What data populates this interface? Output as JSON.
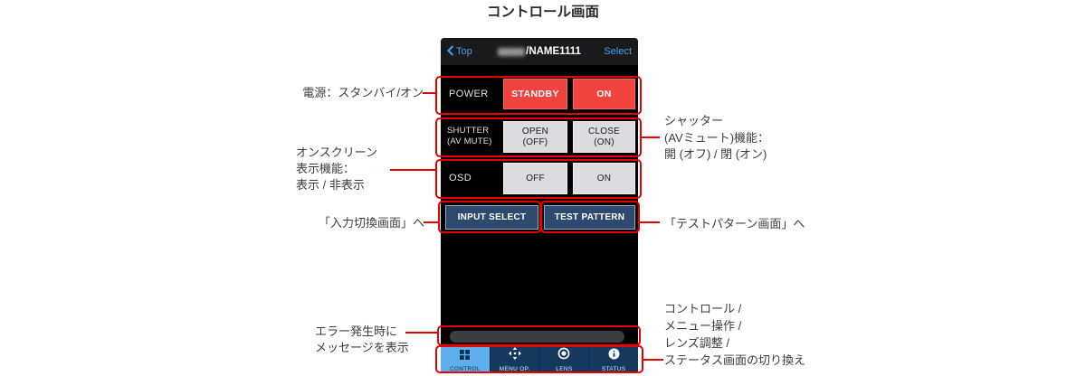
{
  "page": {
    "title": "コントロール画面"
  },
  "phone": {
    "navbar": {
      "back_label": "Top",
      "title": "/NAME1111",
      "select_label": "Select"
    },
    "power_row": {
      "label": "POWER",
      "standby": "STANDBY",
      "on": "ON"
    },
    "shutter_row": {
      "label_line1": "SHUTTER",
      "label_line2": "(AV MUTE)",
      "open_line1": "OPEN",
      "open_line2": "(OFF)",
      "close_line1": "CLOSE",
      "close_line2": "(ON)"
    },
    "osd_row": {
      "label": "OSD",
      "off": "OFF",
      "on": "ON"
    },
    "input_select": "INPUT SELECT",
    "test_pattern": "TEST PATTERN",
    "tabbar": {
      "tabs": [
        {
          "label": "CONTROL",
          "icon": "grid-icon",
          "selected": true
        },
        {
          "label": "MENU OP.",
          "icon": "dpad-icon",
          "selected": false
        },
        {
          "label": "LENS",
          "icon": "lens-icon",
          "selected": false
        },
        {
          "label": "STATUS",
          "icon": "info-icon",
          "selected": false
        }
      ]
    }
  },
  "annotations": {
    "left": {
      "power": "電源：スタンバイ/オン",
      "osd": [
        "オンスクリーン",
        "表示機能：",
        "表示 / 非表示"
      ],
      "input": "「入力切換画面」へ",
      "error": [
        "エラー発生時に",
        "メッセージを表示"
      ]
    },
    "right": {
      "shutter": [
        "シャッター",
        "(AVミュート)機能：",
        "開 (オフ) / 閉 (オン)"
      ],
      "test": "「テストパターン画面」へ",
      "tabbar": [
        "コントロール /",
        "メニュー操作 /",
        "レンズ調整 /",
        "ステータス画面の切り換え"
      ]
    }
  },
  "colors": {
    "callout_red": "#e80000",
    "power_button_red": "#f2423e",
    "gray_button": "#dcdcde",
    "navy_button": "#2d4a6e",
    "tabbar_bg": "#16395f",
    "tab_selected_blue": "#5fafeb",
    "navbar_bg": "#1a1a1c",
    "ios_link_blue": "#4aa0e9"
  }
}
